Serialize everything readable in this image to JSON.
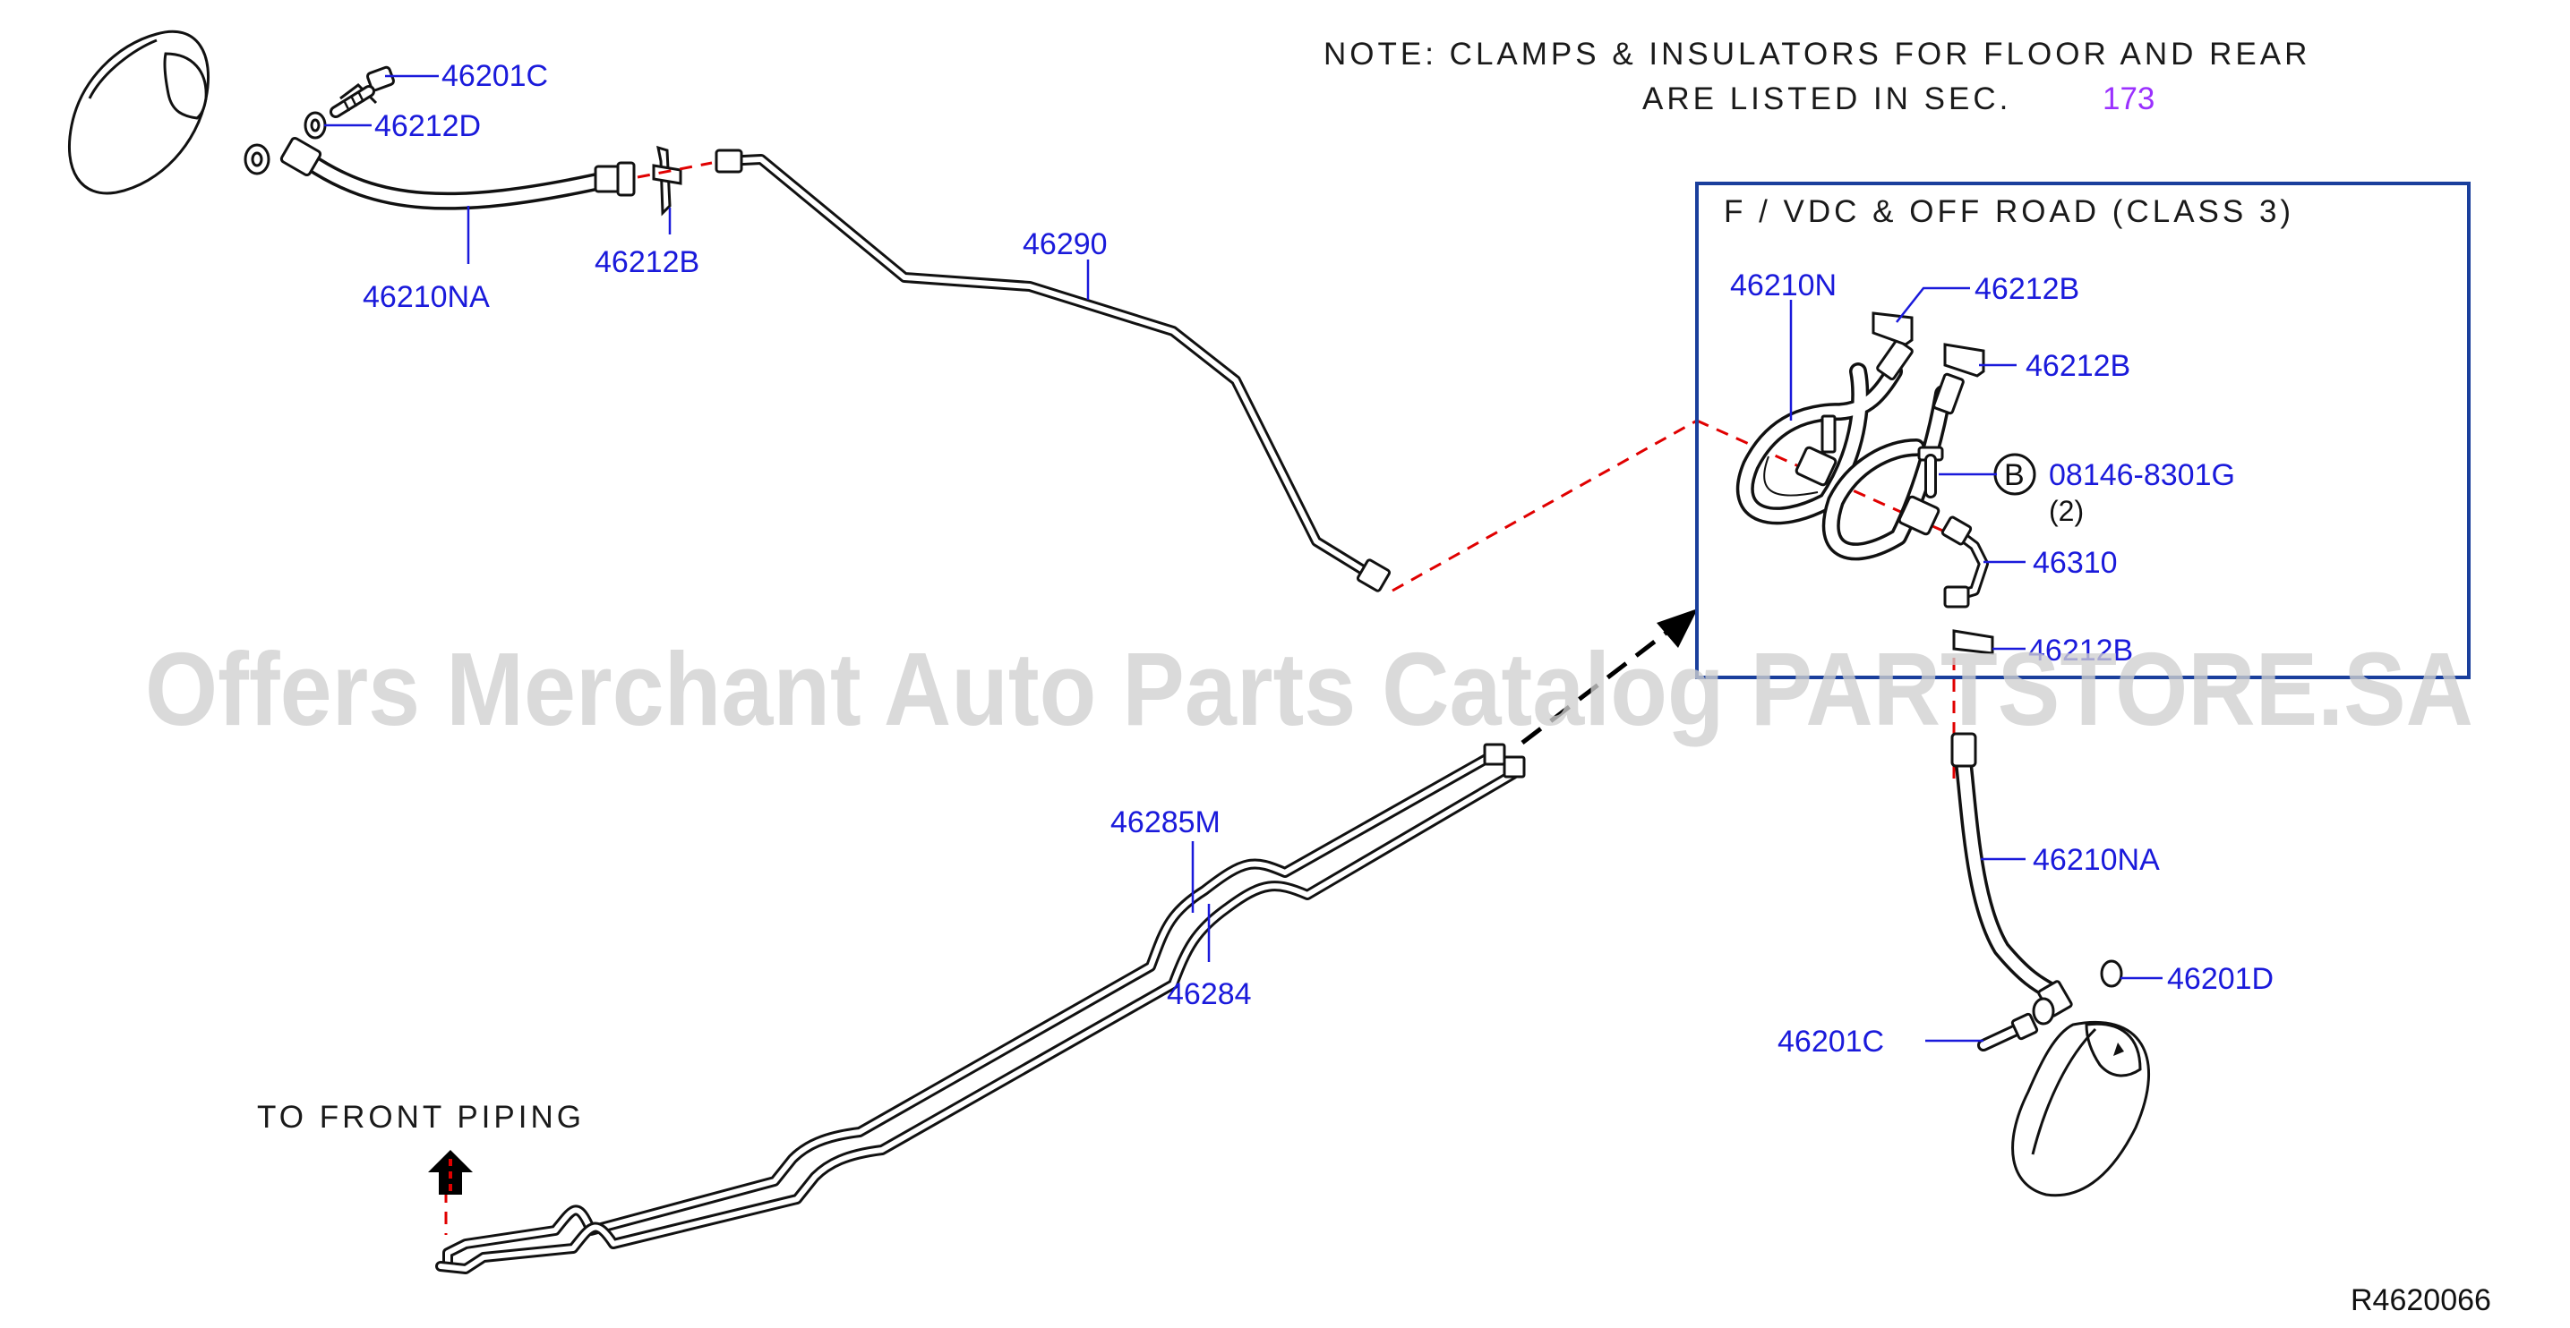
{
  "note": {
    "line1": "NOTE:  CLAMPS  &  INSULATORS  FOR  FLOOR  AND  REAR",
    "line2": "ARE  LISTED  IN  SEC.",
    "section": "173"
  },
  "inset": {
    "title": "F  /  VDC  &  OFF  ROAD  (CLASS  3)",
    "callouts": {
      "hose_n": "46210N",
      "clip_b_1": "46212B",
      "clip_b_2": "46212B",
      "bolt": "08146-8301G",
      "bolt_qty": "(2)",
      "bolt_marker": "B",
      "junction": "46310",
      "clip_b_3": "46212B"
    }
  },
  "callouts": {
    "bolt_top": "46201C",
    "washer_top": "46212D",
    "hose_top": "46210NA",
    "clip_top": "46212B",
    "tube_upper": "46290",
    "tube_m": "46285M",
    "tube_lower": "46284",
    "hose_right": "46210NA",
    "washer_right": "46201D",
    "bolt_right": "46201C"
  },
  "to_front": "TO  FRONT  PIPING",
  "watermark": "Offers Merchant Auto Parts Catalog PARTSTORE.SA",
  "diagram_code": "R4620066"
}
